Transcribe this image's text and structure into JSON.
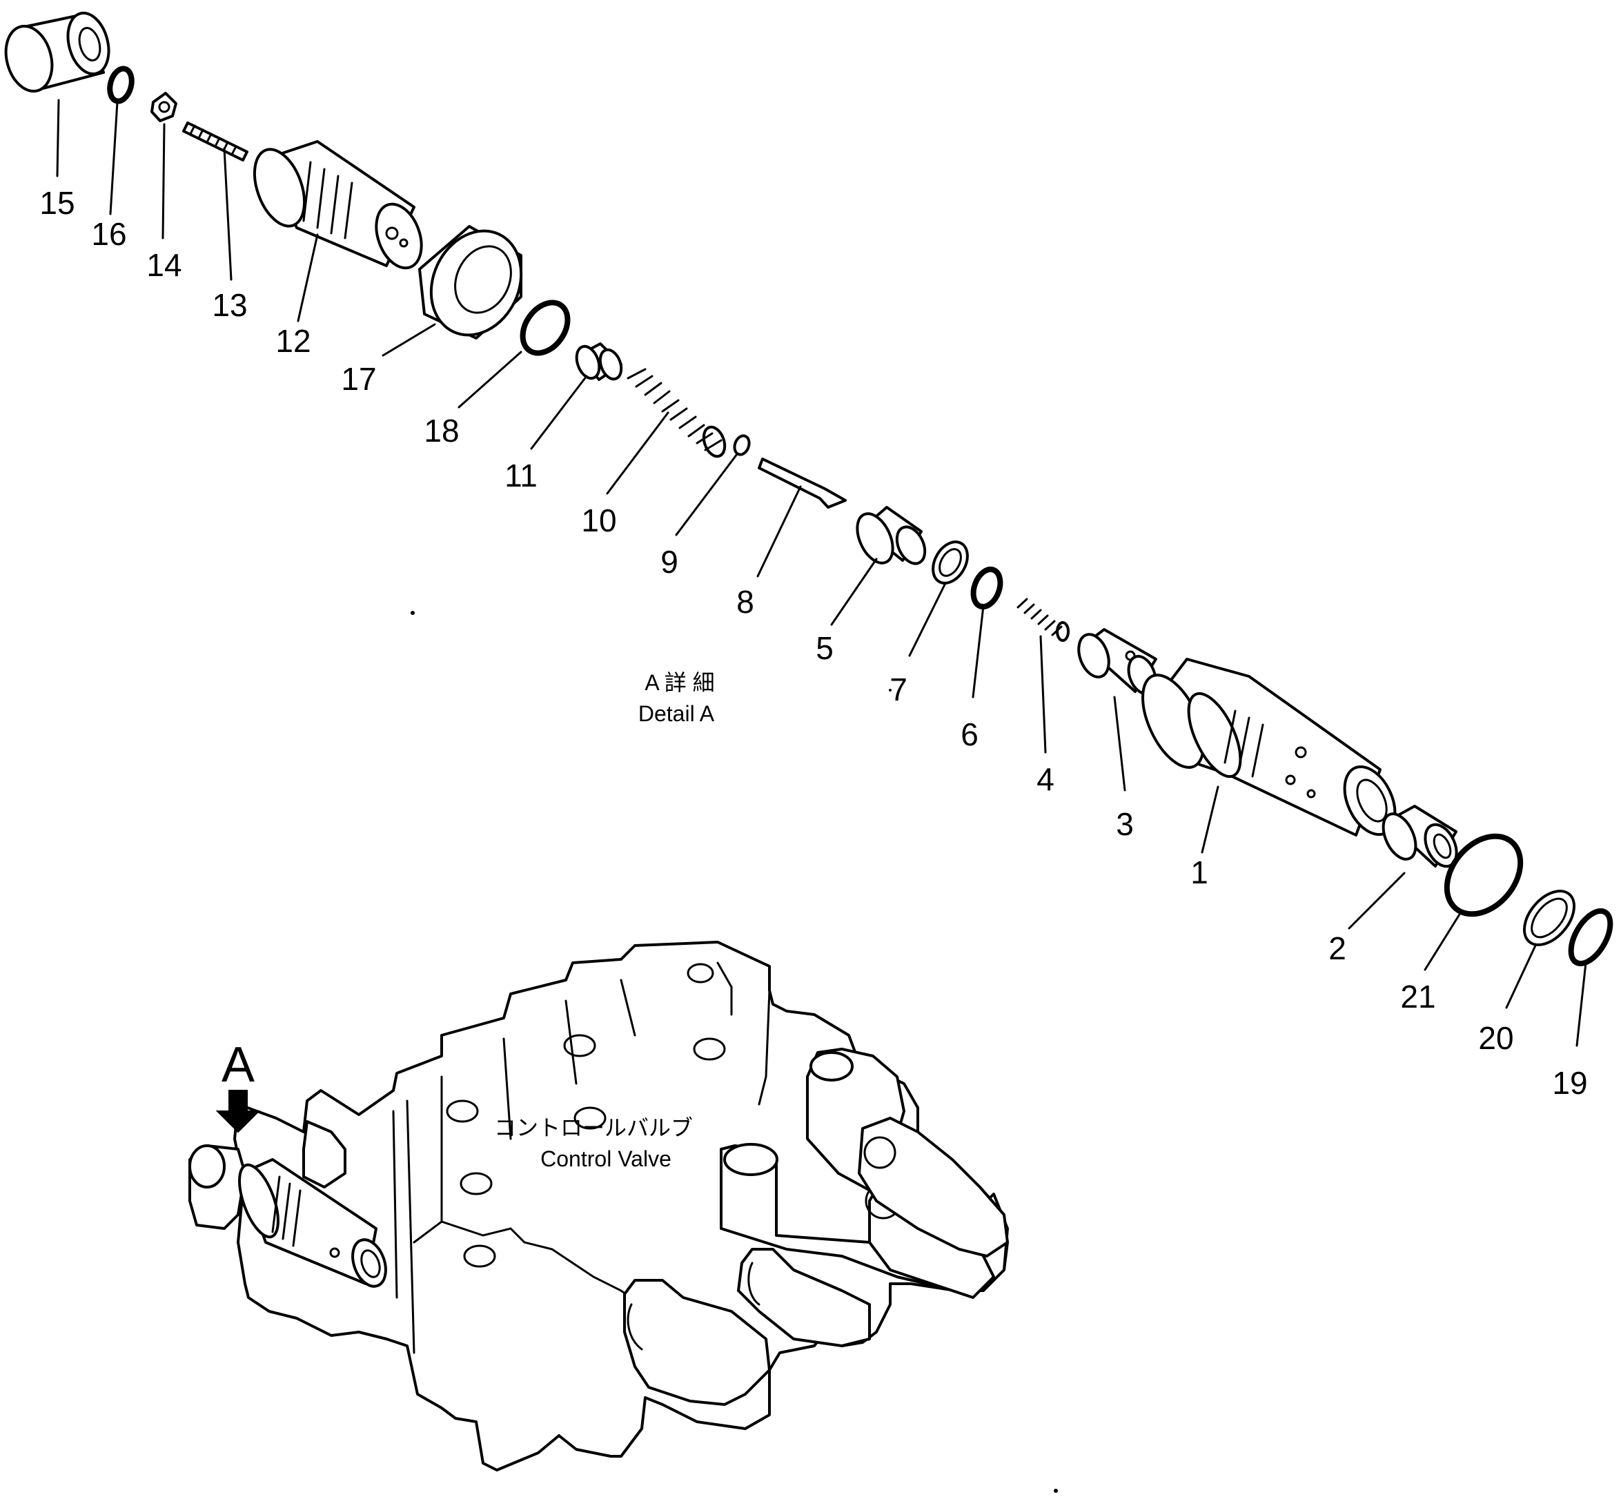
{
  "diagram": {
    "detail_caption_jp": "A 詳 細",
    "detail_caption_en": "Detail A",
    "assembly_label_jp": "コントロールバルブ",
    "assembly_label_en": "Control Valve",
    "view_marker": "A",
    "part_numbers": [
      "15",
      "16",
      "14",
      "13",
      "12",
      "17",
      "18",
      "11",
      "10",
      "9",
      "8",
      "5",
      "7",
      "6",
      "4",
      "3",
      "1",
      "2",
      "21",
      "20",
      "19"
    ]
  }
}
